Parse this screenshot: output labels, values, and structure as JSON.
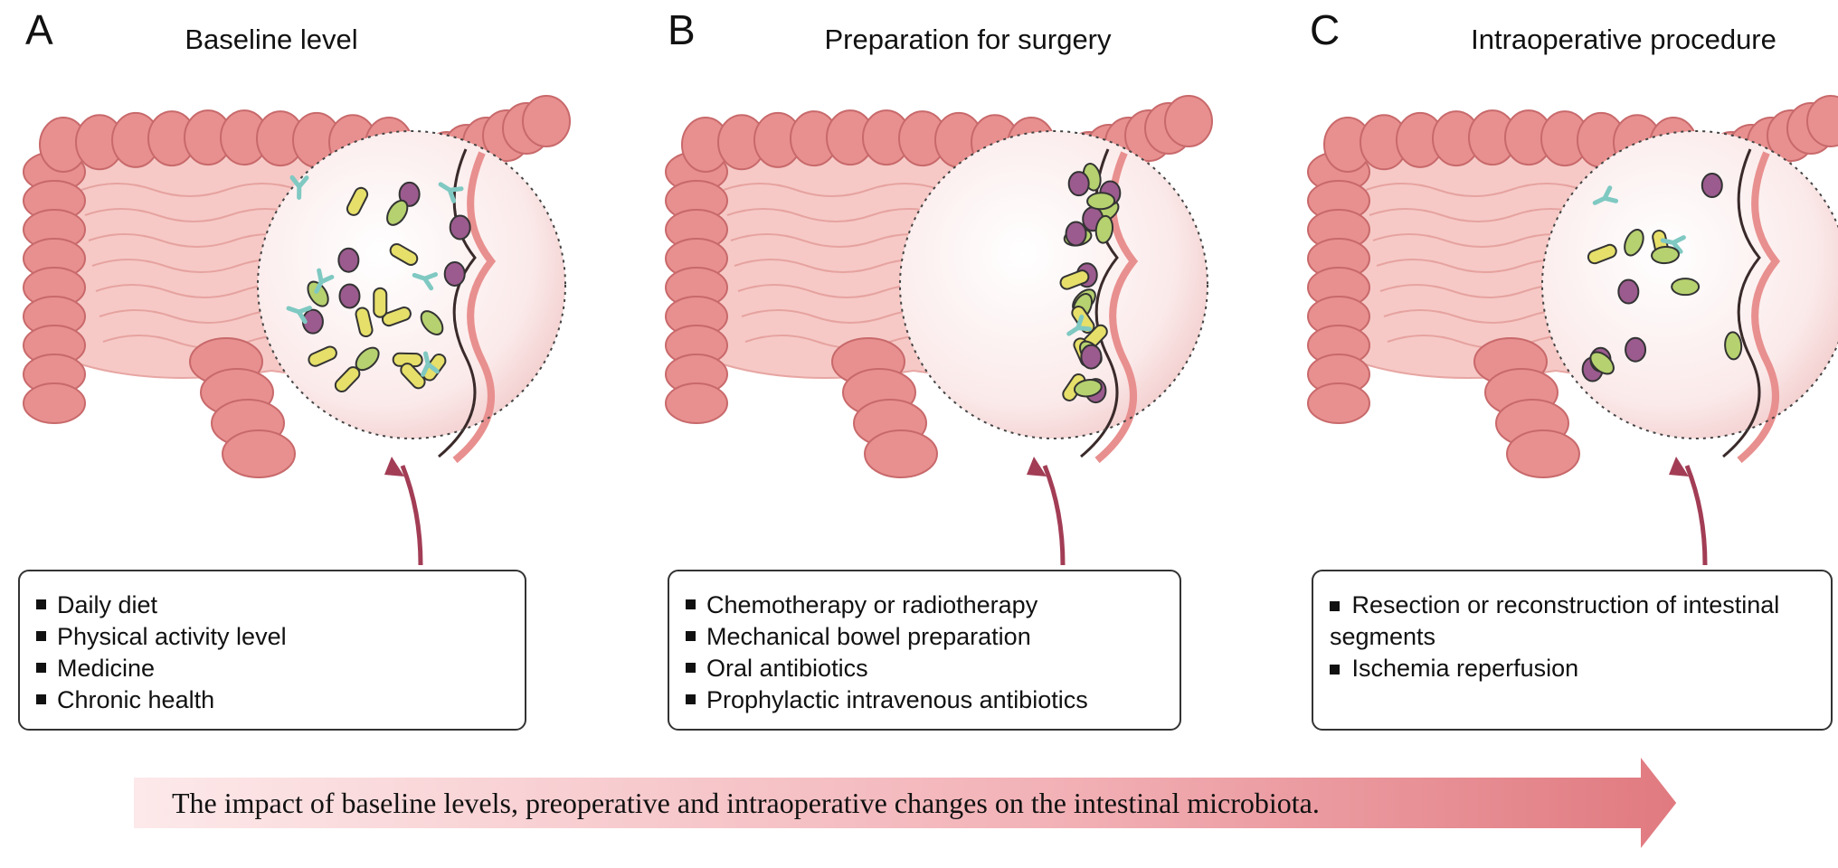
{
  "panels": [
    {
      "letter": "A",
      "title": "Baseline level",
      "factors": [
        "Daily diet",
        "Physical activity level",
        "Medicine",
        "Chronic health"
      ]
    },
    {
      "letter": "B",
      "title": "Preparation for surgery",
      "factors": [
        "Chemotherapy or radiotherapy",
        "Mechanical bowel preparation",
        "Oral antibiotics",
        "Prophylactic intravenous antibiotics"
      ]
    },
    {
      "letter": "C",
      "title": "Intraoperative procedure",
      "factors": [
        " Resection or reconstruction of intestinal segments",
        " Ischemia reperfusion"
      ]
    }
  ],
  "bottom_arrow": {
    "caption": "The impact of baseline levels, preoperative and intraoperative changes on the intestinal microbiota."
  },
  "colors": {
    "colon": "#e8908f",
    "colon_dark": "#c8696b",
    "inner": "#f6c9c6",
    "rod": "#e6df6a",
    "coccus": "#9b5b8e",
    "immune": "#7fc9c2",
    "vibrio": "#b6d16f",
    "arrow": "#a23d55",
    "gradient_end": "#e07a80"
  }
}
